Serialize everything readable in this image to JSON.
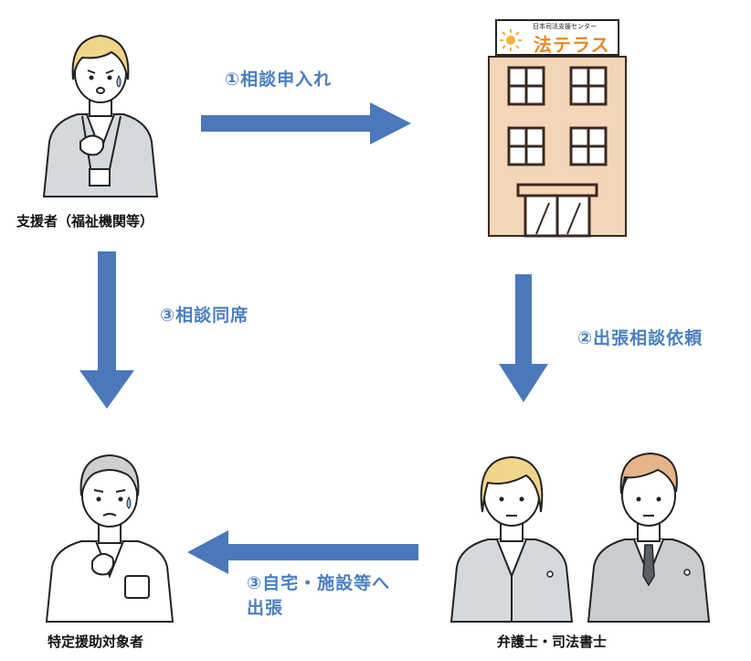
{
  "nodes": {
    "supporter": "支援者（福祉機関等）",
    "houterasu": "法テラス",
    "houterasu_sign_small": "日本司法支援センター",
    "lawyers": "弁護士・司法書士",
    "target_person": "特定援助対象者"
  },
  "edges": {
    "consult_request": "①相談申入れ",
    "visit_request": "②出張相談依頼",
    "consult_attend": "③相談同席",
    "home_visit_line1": "③自宅・施設等へ",
    "home_visit_line2": "出張"
  },
  "colors": {
    "arrow": "#4a78bb",
    "label_blue": "#4a7fc1",
    "building": "#f5d5b8",
    "building_dark": "#3a2a22",
    "sign_orange": "#e58a26",
    "hair_blonde": "#f1d58a",
    "suit_gray": "#c9cdd2"
  }
}
